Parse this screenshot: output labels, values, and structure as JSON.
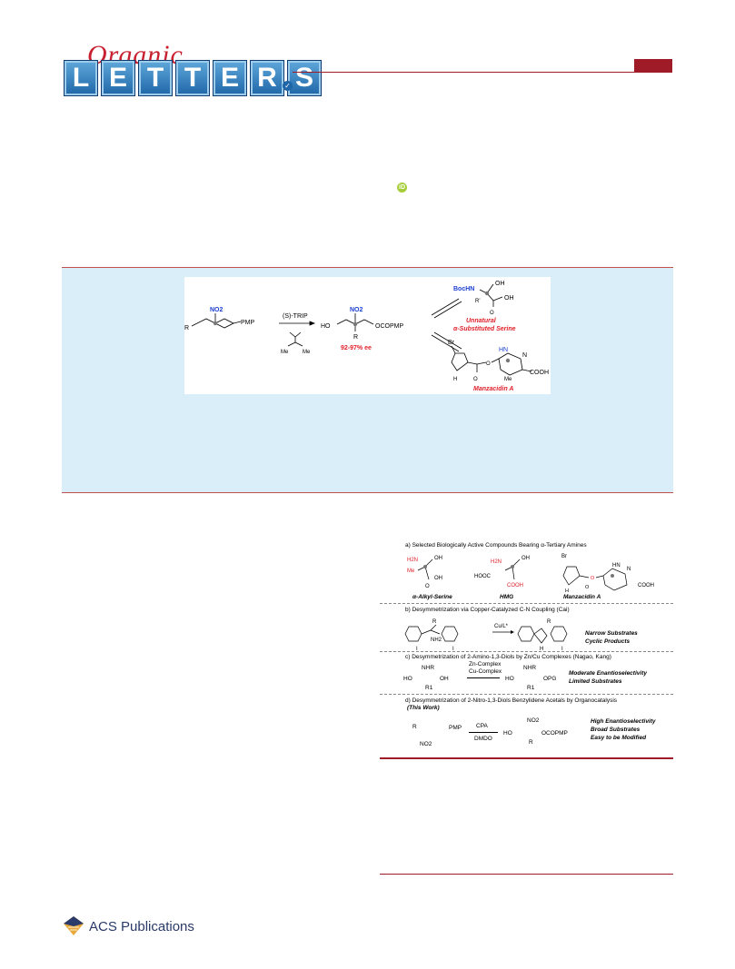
{
  "header": {
    "journal_script": "Organic",
    "journal_letters": [
      "L",
      "E",
      "T",
      "T",
      "E",
      "R",
      "S"
    ]
  },
  "toc": {
    "reagent": "(S)-TRIP",
    "ee": "92-97% ee",
    "nitro": "NO2",
    "left_sub_R": "R",
    "left_pmp": "PMP",
    "mid_ho": "HO",
    "mid_r": "R",
    "mid_ocopmp": "OCOPMP",
    "dmdo_me": "Me",
    "top_product_line1": "Unnatural",
    "top_product_line2": "α-Substituted Serine",
    "bottom_product": "Manzacidin A",
    "boc": "BocHN",
    "oh": "OH",
    "r_prime": "R'",
    "br": "Br",
    "hn": "HN",
    "n": "N",
    "h": "H",
    "me": "Me",
    "cooh": "COOH",
    "o": "O"
  },
  "figure": {
    "a_title": "a) Selected Biologically Active Compounds Bearing α-Tertiary Amines",
    "a_labels": [
      "α-Alkyl-Serine",
      "HMG",
      "Manzacidin A"
    ],
    "a_atoms": {
      "h2n": "H2N",
      "me": "Me",
      "oh": "OH",
      "hooc": "HOOC",
      "cooh": "COOH",
      "br": "Br",
      "hn": "HN",
      "n": "N",
      "h": "H",
      "o": "O"
    },
    "b_title": "b) Desymmetrization via Copper-Catalyzed C-N Coupling (Cai)",
    "b_reagent": "Cu/L*",
    "b_result1": "Narrow Substrates",
    "b_result2": "Cyclic Products",
    "b_atoms": {
      "r": "R",
      "nh2": "NH2",
      "i": "I",
      "h": "H"
    },
    "c_title": "c) Desymmetrization of 2-Amino-1,3-Diols by Zn/Cu Complexes (Nagao, Kang)",
    "c_reagent1": "Zn-Complex",
    "c_reagent2": "Cu-Complex",
    "c_result1": "Moderate Enantioselectivity",
    "c_result2": "Limited Substrates",
    "c_atoms": {
      "nhr": "NHR",
      "ho": "HO",
      "oh": "OH",
      "r1": "R1",
      "opg": "OPG"
    },
    "d_title": "d) Desymmetrization of 2-Nitro-1,3-Diols Benzylidene Acetals by Organocatalysis",
    "d_subtitle": "(This Work)",
    "d_reagent1": "CPA",
    "d_reagent2": "DMDO",
    "d_result1": "High Enantioselectivity",
    "d_result2": "Broad Substrates",
    "d_result3": "Easy to be Modified",
    "d_atoms": {
      "r": "R",
      "pmp": "PMP",
      "no2": "NO2",
      "ho": "HO",
      "ocopmp": "OCOPMP"
    }
  },
  "footer": {
    "publisher": "ACS Publications"
  },
  "colors": {
    "brand_red": "#a01b28",
    "abstract_bg": "#d9eef8",
    "highlight_red": "#e0202a",
    "highlight_blue": "#1c3fd0"
  }
}
